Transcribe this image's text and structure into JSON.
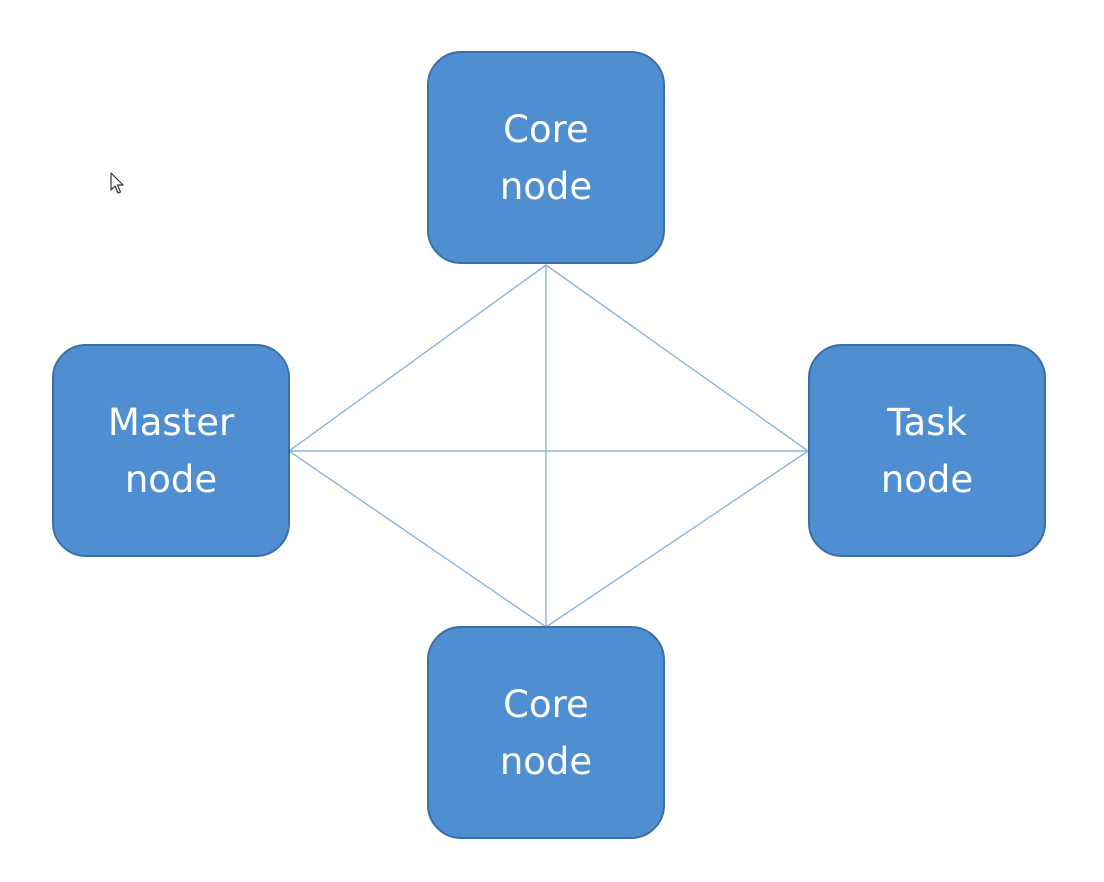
{
  "colors": {
    "node_fill": "#4f8fd1",
    "node_border": "#3c6fa6",
    "node_text": "#ffffff",
    "link": "#8fb3dd",
    "background": "#ffffff"
  },
  "nodes": [
    {
      "id": "core-top",
      "lines": [
        "Core",
        "node"
      ]
    },
    {
      "id": "master",
      "lines": [
        "Master",
        "node"
      ]
    },
    {
      "id": "task",
      "lines": [
        "Task",
        "node"
      ]
    },
    {
      "id": "core-bottom",
      "lines": [
        "Core",
        "node"
      ]
    }
  ],
  "edges": [
    [
      "core-top",
      "master"
    ],
    [
      "core-top",
      "task"
    ],
    [
      "core-top",
      "core-bottom"
    ],
    [
      "master",
      "task"
    ],
    [
      "master",
      "core-bottom"
    ],
    [
      "task",
      "core-bottom"
    ]
  ],
  "cursor": {
    "icon": "mouse-pointer-icon"
  }
}
